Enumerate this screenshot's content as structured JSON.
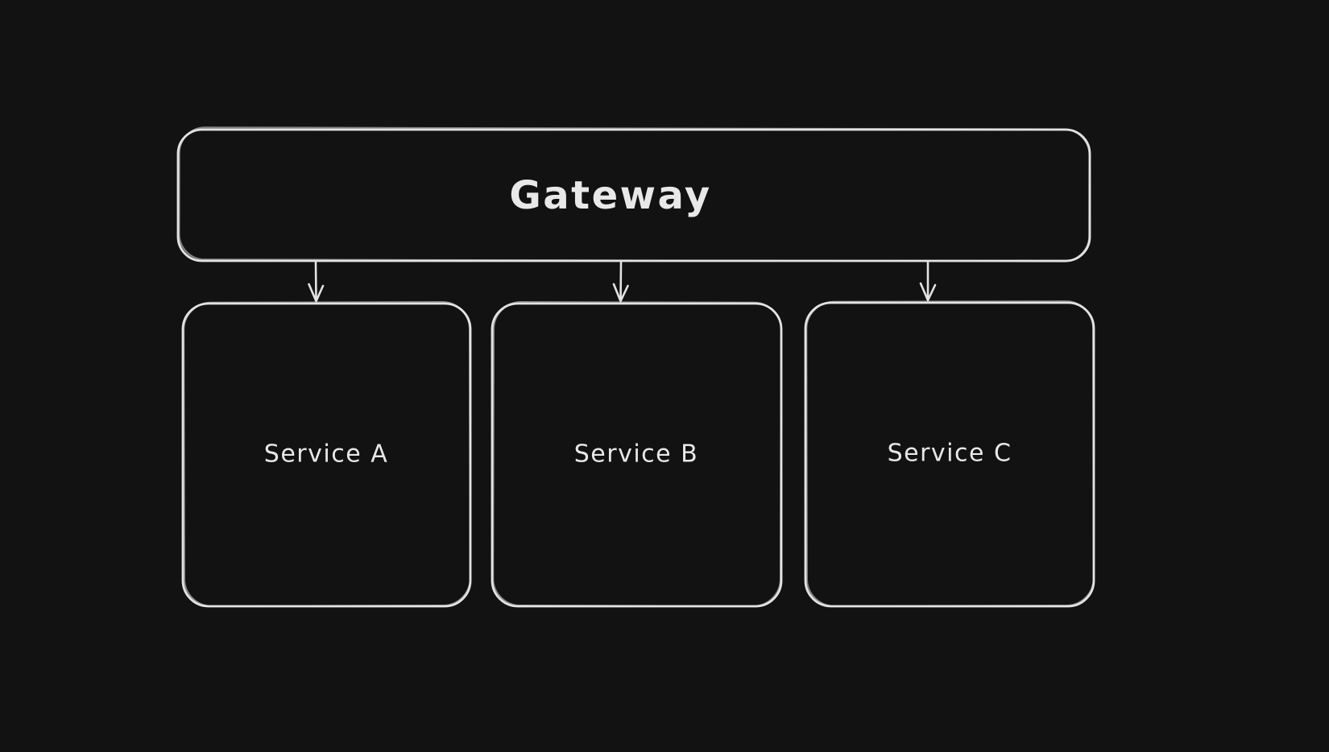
{
  "canvas": {
    "background_color": "#121212",
    "stroke_color": "#e3e3e3",
    "text_color": "#e8e8e8"
  },
  "diagram": {
    "type": "flowchart",
    "style": "hand-drawn",
    "nodes": [
      {
        "id": "gateway",
        "label": "Gateway"
      },
      {
        "id": "service-a",
        "label": "Service A"
      },
      {
        "id": "service-b",
        "label": "Service B"
      },
      {
        "id": "service-c",
        "label": "Service C"
      }
    ],
    "edges": [
      {
        "from": "gateway",
        "to": "service-a",
        "arrowhead": "open-v"
      },
      {
        "from": "gateway",
        "to": "service-b",
        "arrowhead": "open-v"
      },
      {
        "from": "gateway",
        "to": "service-c",
        "arrowhead": "open-v"
      }
    ]
  }
}
